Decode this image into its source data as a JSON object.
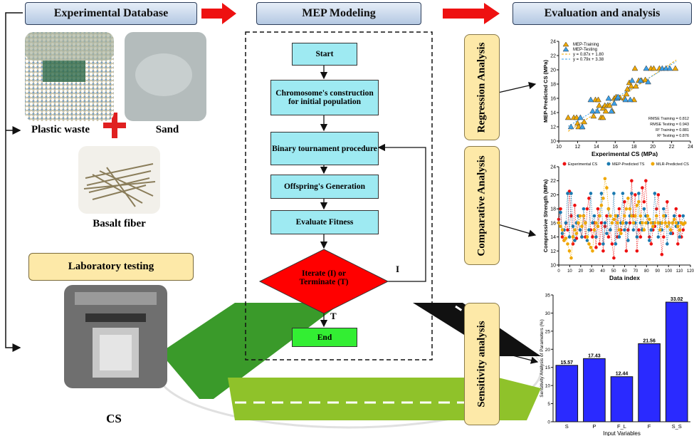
{
  "headers": {
    "database": "Experimental Database",
    "modeling": "MEP Modeling",
    "evaluation": "Evaluation and analysis"
  },
  "materials": {
    "plastic": "Plastic waste",
    "sand": "Sand",
    "fiber": "Basalt fiber"
  },
  "lab": {
    "title": "Laboratory testing",
    "output": "CS"
  },
  "flow": {
    "start": "Start",
    "chromosome": "Chromosome's construction for initial population",
    "tournament": "Binary tournament procedure",
    "offspring": "Offspring's Generation",
    "fitness": "Evaluate Fitness",
    "decision": "Iterate (I) or Terminate (T)",
    "end": "End",
    "iterate_label": "I",
    "terminate_label": "T"
  },
  "analyses": {
    "regression": "Regression Analysis",
    "comparative": "Comparative Analysis",
    "sensitivity": "Sensitivity analysis"
  },
  "colors": {
    "header_fill": "#c6d6ea",
    "flow_box": "#9eeaf2",
    "decision": "#ff0000",
    "end": "#33ee33",
    "arrow_red": "#ee1111",
    "yellow_box": "#fde9a8",
    "bar": "#2a2aff"
  },
  "chart_data": [
    {
      "type": "scatter",
      "xlabel": "Experimental CS (MPa)",
      "ylabel": "MEP-Predicted CS (MPa)",
      "xlim": [
        10,
        24
      ],
      "ylim": [
        10,
        24
      ],
      "xticks": [
        "10",
        "12",
        "14",
        "16",
        "18",
        "20",
        "22",
        "24"
      ],
      "yticks": [
        "10",
        "12",
        "14",
        "16",
        "18",
        "20",
        "22",
        "24"
      ],
      "legend": [
        "MEP-Training",
        "MEP-Testing",
        "y = 0.87x + 1.80",
        "y = 0.79x + 3.38"
      ],
      "stats": [
        "RMSE Training = 0.812",
        "RMSE Testing = 0.943",
        "R² Training = 0.881",
        "R² Testing = 0.876"
      ],
      "series": [
        {
          "name": "MEP-Training",
          "color": "#f0a800",
          "points": [
            [
              11,
              13.3
            ],
            [
              11.6,
              13.3
            ],
            [
              11.9,
              13.3
            ],
            [
              12,
              12.5
            ],
            [
              12.1,
              12
            ],
            [
              12.5,
              12
            ],
            [
              12.7,
              12.7
            ],
            [
              13.7,
              13.5
            ],
            [
              13.9,
              15.8
            ],
            [
              14.2,
              15.8
            ],
            [
              14.3,
              15
            ],
            [
              14.5,
              13.3
            ],
            [
              14.7,
              13.3
            ],
            [
              14.7,
              14.6
            ],
            [
              14.9,
              15
            ],
            [
              15,
              14.2
            ],
            [
              15.2,
              15
            ],
            [
              15.4,
              15
            ],
            [
              15.7,
              14.2
            ],
            [
              15.9,
              16
            ],
            [
              16.1,
              16.2
            ],
            [
              16.5,
              16.1
            ],
            [
              17,
              16
            ],
            [
              17.2,
              16.6
            ],
            [
              17.3,
              17.3
            ],
            [
              17.5,
              18.2
            ],
            [
              17.7,
              17.7
            ],
            [
              18,
              15.8
            ],
            [
              18.1,
              20.2
            ],
            [
              18.2,
              17.7
            ],
            [
              18.5,
              18.5
            ],
            [
              18.8,
              18.5
            ],
            [
              19.2,
              18.6
            ],
            [
              19.8,
              20.2
            ],
            [
              20.1,
              20.2
            ],
            [
              20.7,
              20.2
            ],
            [
              22.4,
              20.2
            ]
          ]
        },
        {
          "name": "MEP-Testing",
          "color": "#3aa0e8",
          "points": [
            [
              11.3,
              12
            ],
            [
              12.3,
              13.3
            ],
            [
              12.5,
              12
            ],
            [
              13.4,
              15.8
            ],
            [
              13.6,
              14.2
            ],
            [
              14.1,
              14.2
            ],
            [
              15.3,
              16
            ],
            [
              15.6,
              14.2
            ],
            [
              15.9,
              15.3
            ],
            [
              16.2,
              16
            ],
            [
              16.3,
              16.2
            ],
            [
              17.1,
              15.8
            ],
            [
              17.6,
              15.8
            ],
            [
              17.8,
              18.5
            ],
            [
              18.7,
              18.5
            ],
            [
              19.5,
              18.3
            ],
            [
              19.3,
              20.2
            ],
            [
              21,
              20.2
            ],
            [
              21.4,
              20.2
            ],
            [
              21.8,
              20.2
            ]
          ]
        }
      ]
    },
    {
      "type": "line",
      "xlabel": "Data index",
      "ylabel": "Compressive Strength (MPa)",
      "xlim": [
        0,
        120
      ],
      "ylim": [
        10,
        24
      ],
      "xticks": [
        "0",
        "10",
        "20",
        "30",
        "40",
        "50",
        "60",
        "70",
        "80",
        "90",
        "100",
        "110",
        "120"
      ],
      "yticks": [
        "10",
        "12",
        "14",
        "16",
        "18",
        "20",
        "22",
        "24"
      ],
      "series": [
        {
          "name": "Experimental CS",
          "color": "#ee1111",
          "values": [
            16.5,
            18,
            14,
            13.5,
            16,
            15,
            20.5,
            17,
            13,
            18.5,
            13.8,
            16,
            15,
            14,
            17,
            14,
            18,
            19.5,
            15,
            14,
            16,
            12.5,
            18,
            13,
            16,
            12,
            15.5,
            17,
            14,
            15,
            13,
            11,
            17,
            14,
            18,
            15,
            16,
            19,
            12,
            15,
            16,
            22,
            17,
            20,
            12,
            15,
            14,
            21,
            19,
            22,
            16,
            14,
            13,
            15,
            15.5,
            18,
            20,
            16,
            11.5,
            14,
            17,
            19,
            16,
            15,
            14.5,
            17,
            18,
            13,
            17,
            14,
            15,
            16
          ]
        },
        {
          "name": "MEP-Predicted TS",
          "color": "#1a7ab0",
          "values": [
            16,
            17.5,
            14.5,
            15,
            16,
            20.2,
            14,
            20.2,
            15.5,
            13.5,
            16,
            17,
            15,
            14,
            18,
            16,
            13.5,
            15,
            20.2,
            16,
            17,
            14,
            15.5,
            17,
            20.2,
            13,
            16,
            14.5,
            18,
            15,
            16,
            20.2,
            13,
            17,
            14,
            16,
            20.2,
            15,
            16,
            13.5,
            17,
            20.2,
            15,
            16,
            14,
            20.2,
            16,
            15,
            18,
            17,
            16,
            13.5,
            15,
            16,
            20.2,
            17,
            14,
            16,
            15,
            18,
            17,
            13,
            16,
            14.5,
            16,
            17,
            15.5,
            16,
            14,
            16,
            17,
            16
          ]
        },
        {
          "name": "MLR-Predicted CS",
          "color": "#f0a800",
          "values": [
            16,
            15.5,
            15,
            13.5,
            13.8,
            13,
            12,
            11,
            14,
            15,
            14.5,
            16,
            17,
            15.5,
            17,
            16,
            14,
            13,
            12.5,
            12,
            15,
            16,
            15.5,
            17,
            18.5,
            19.5,
            22.3,
            21,
            18,
            17,
            16,
            16.5,
            17,
            16,
            15,
            14.5,
            16,
            17,
            18,
            19.5,
            18,
            17,
            16,
            17,
            18.5,
            19,
            17,
            16,
            15,
            16,
            17,
            16.5,
            16,
            15.5,
            16,
            17,
            16,
            15,
            16,
            17,
            16,
            15.5,
            16,
            15,
            16,
            16.5,
            16,
            15.5,
            15,
            16,
            15.8,
            16
          ]
        }
      ]
    },
    {
      "type": "bar",
      "xlabel": "Input Variables",
      "ylabel": "Sensitivity Analysis of Parameters (%)",
      "ylim": [
        0,
        35
      ],
      "yticks": [
        "0",
        "5",
        "10",
        "15",
        "20",
        "25",
        "30",
        "35"
      ],
      "categories": [
        "S",
        "P",
        "F_L",
        "F",
        "S_S"
      ],
      "values": [
        15.57,
        17.43,
        12.44,
        21.56,
        33.02
      ],
      "labels": [
        "15.57",
        "17.43",
        "12.44",
        "21.56",
        "33.02"
      ]
    }
  ]
}
